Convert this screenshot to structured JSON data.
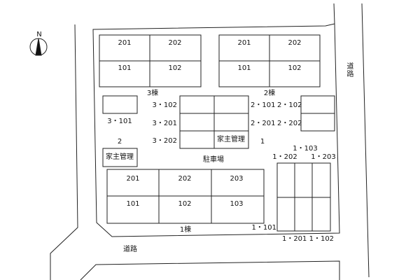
{
  "compass": {
    "label": "N"
  },
  "roads": {
    "bottom": "道路",
    "right": "道路"
  },
  "parking": "駐車場",
  "building_top_left": {
    "units": [
      "201",
      "202",
      "101",
      "102"
    ]
  },
  "building_top_right": {
    "units": [
      "201",
      "202",
      "101",
      "102"
    ]
  },
  "building_bottom": {
    "units": [
      "201",
      "202",
      "203",
      "101",
      "102",
      "103"
    ]
  },
  "labels": {
    "bldg3": "3棟",
    "bldg2": "2棟",
    "bldg1": "1棟",
    "u3_102": "3・102",
    "u3_201": "3・201",
    "u3_202": "3・202",
    "u3_101": "3・101",
    "u2_101": "2・101",
    "u2_102": "2・102",
    "u2_201": "2・201",
    "u2_202": "2・202",
    "owner_mid": "家主管理",
    "owner_left": "家主管理",
    "num2": "2",
    "num1": "1",
    "u1_103": "1・103",
    "u1_202": "1・202",
    "u1_203": "1・203",
    "u1_101": "1・101",
    "u1_201_102": "1・201 1・102"
  }
}
